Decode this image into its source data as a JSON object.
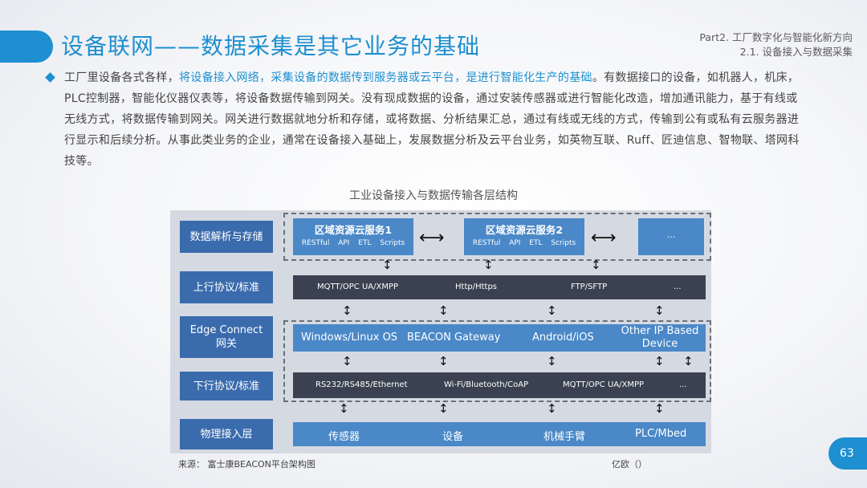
{
  "header": {
    "title": "设备联网——数据采集是其它业务的基础",
    "part": "Part2. 工厂数字化与智能化新方向",
    "section": "2.1. 设备接入与数据采集"
  },
  "body": {
    "p1": "工厂里设备各式各样，",
    "p_highlight": "将设备接入网络，采集设备的数据传到服务器或云平台，是进行智能化生产的基础",
    "p2": "。有数据接口的设备，如机器人，机床，PLC控制器，智能化仪器仪表等，将设备数据传输到网关。没有现成数据的设备，通过安装传感器或进行智能化改造，增加通讯能力，基于有线或无线方式，将数据传输到网关。网关进行数据就地分析和存储，或将数据、分析结果汇总，通过有线或无线的方式，传输到公有或私有云服务器进行显示和后续分析。从事此类业务的企业，通常在设备接入基础上，发展数据分析及云平台业务，如英物互联、Ruff、匠迪信息、智物联、塔网科技等。"
  },
  "diagram": {
    "title": "工业设备接入与数据传输各层结构",
    "layers": [
      "数据解析与存储",
      "上行协议/标准",
      "Edge Connect 网关",
      "下行协议/标准",
      "物理接入层"
    ],
    "cloud1": {
      "title": "区域资源云服务1",
      "sub": "RESTful API  ETL Scripts"
    },
    "cloud2": {
      "title": "区域资源云服务2",
      "sub": "RESTful API  ETL Scripts"
    },
    "cloud3": "...",
    "uplink": [
      "MQTT/OPC UA/XMPP",
      "Http/Https",
      "FTP/SFTP",
      "..."
    ],
    "gateway": [
      "Windows/Linux OS",
      "BEACON Gateway",
      "Android/iOS",
      "Other IP Based Device"
    ],
    "downlink": [
      "RS232/RS485/Ethernet",
      "Wi-Fi/Bluetooth/CoAP",
      "MQTT/OPC UA/XMPP",
      "..."
    ],
    "physical": [
      "传感器",
      "设备",
      "机械手臂",
      "PLC/Mbed"
    ],
    "harrow": "⟷",
    "varrow": "↕"
  },
  "footer": {
    "source": "来源：  富士康BEACON平台架构图",
    "brand": "亿欧（）",
    "page": "63"
  }
}
